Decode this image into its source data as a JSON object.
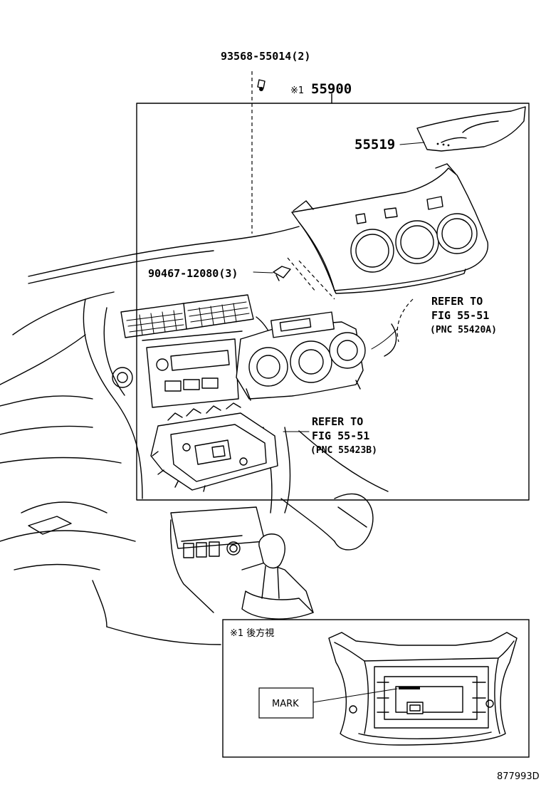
{
  "callouts": {
    "bolt_part": "93568-55014(2)",
    "assembly_mark": "※1",
    "assembly_part": "55900",
    "panel_part": "55519",
    "clip_part": "90467-12080(3)",
    "refer_upper_line1": "REFER TO",
    "refer_upper_line2": "FIG 55-51",
    "refer_upper_line3": "(PNC 55420A)",
    "refer_lower_line1": "REFER TO",
    "refer_lower_line2": "FIG 55-51",
    "refer_lower_line3": "(PNC 55423B)"
  },
  "inset": {
    "title": "※1 後方視",
    "mark_label": "MARK"
  },
  "figure_id": "877993D"
}
